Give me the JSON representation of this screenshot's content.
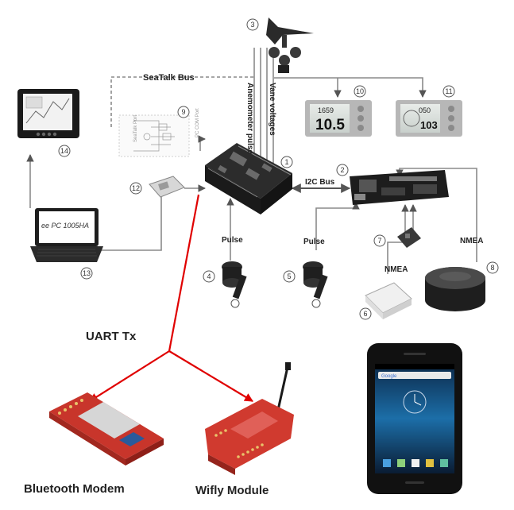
{
  "labels": {
    "seatalk_bus": "SeaTalk Bus",
    "anemometer_pulse": "Anemometer pulse",
    "vane_voltages": "Vane voltages",
    "i2c_bus": "I2C Bus",
    "pulse_left": "Pulse",
    "pulse_right": "Pulse",
    "nmea_gps": "NMEA",
    "nmea_sensor": "NMEA",
    "uart_tx": "UART Tx",
    "bluetooth_modem": "Bluetooth Modem",
    "wifly_module": "Wifly Module"
  },
  "numbers": [
    "1",
    "2",
    "3",
    "4",
    "5",
    "6",
    "7",
    "8",
    "9",
    "10",
    "11",
    "12",
    "13",
    "14"
  ],
  "device_text": {
    "laptop_brand": "ee PC 1005HA",
    "display_10_top": "1659",
    "display_10_main": "10.5",
    "display_11_top": "050",
    "display_11_main": "103",
    "phone_search": "Google"
  },
  "colors": {
    "uart_line": "#e00000",
    "wire": "#8a8a8a",
    "board_red": "#c8352b",
    "label_text": "#222222"
  }
}
